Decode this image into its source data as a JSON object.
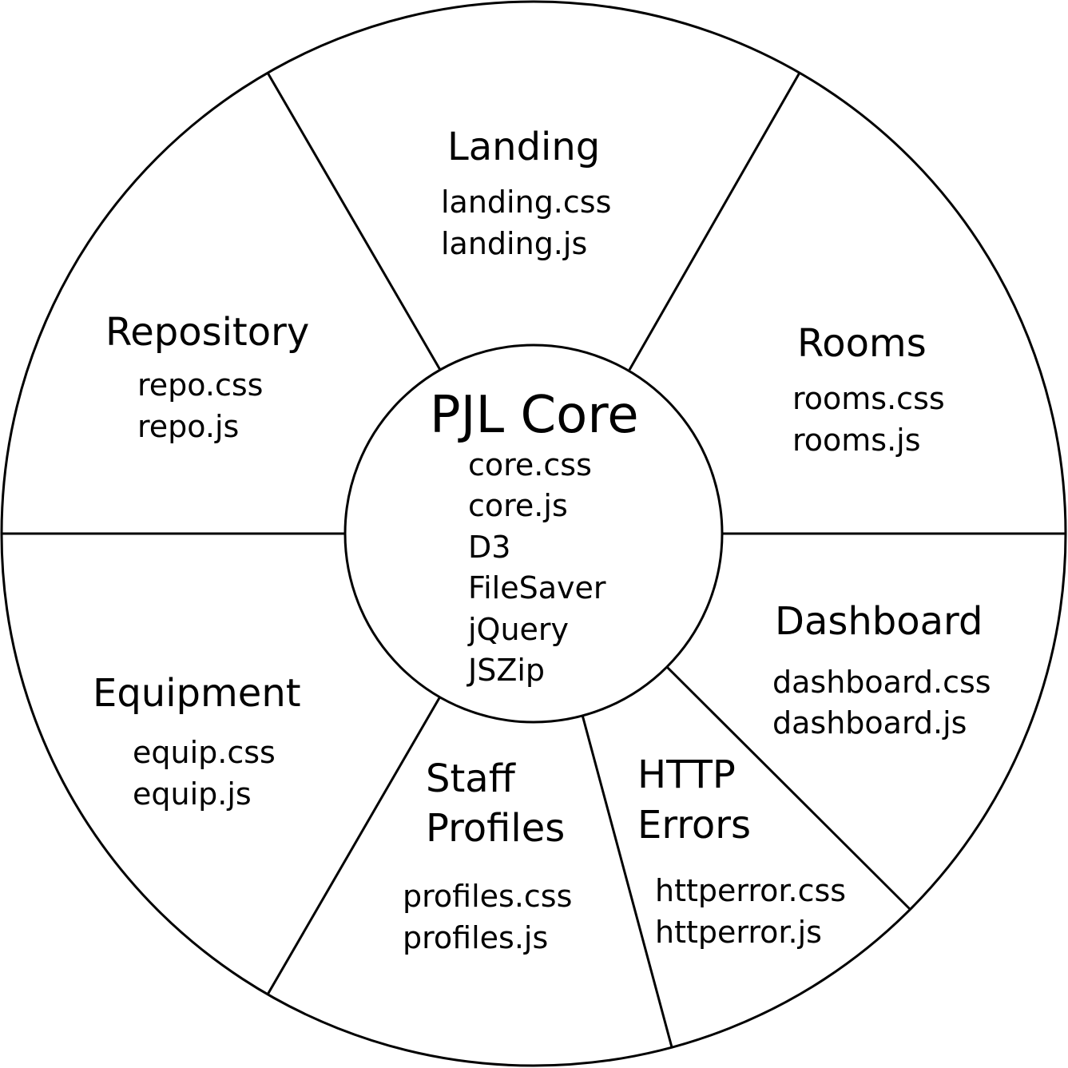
{
  "core": {
    "title": "PJL Core",
    "files": [
      "core.css",
      "core.js",
      "D3",
      "FileSaver",
      "jQuery",
      "JSZip"
    ]
  },
  "segments": [
    {
      "id": "landing",
      "title_lines": [
        "Landing"
      ],
      "files": [
        "landing.css",
        "landing.js"
      ]
    },
    {
      "id": "rooms",
      "title_lines": [
        "Rooms"
      ],
      "files": [
        "rooms.css",
        "rooms.js"
      ]
    },
    {
      "id": "dashboard",
      "title_lines": [
        "Dashboard"
      ],
      "files": [
        "dashboard.css",
        "dashboard.js"
      ]
    },
    {
      "id": "http-errors",
      "title_lines": [
        "HTTP",
        "Errors"
      ],
      "files": [
        "httperror.css",
        "httperror.js"
      ]
    },
    {
      "id": "staff-profiles",
      "title_lines": [
        "Staff",
        "Profiles"
      ],
      "files": [
        "profiles.css",
        "profiles.js"
      ]
    },
    {
      "id": "equipment",
      "title_lines": [
        "Equipment"
      ],
      "files": [
        "equip.css",
        "equip.js"
      ]
    },
    {
      "id": "repository",
      "title_lines": [
        "Repository"
      ],
      "files": [
        "repo.css",
        "repo.js"
      ]
    }
  ]
}
